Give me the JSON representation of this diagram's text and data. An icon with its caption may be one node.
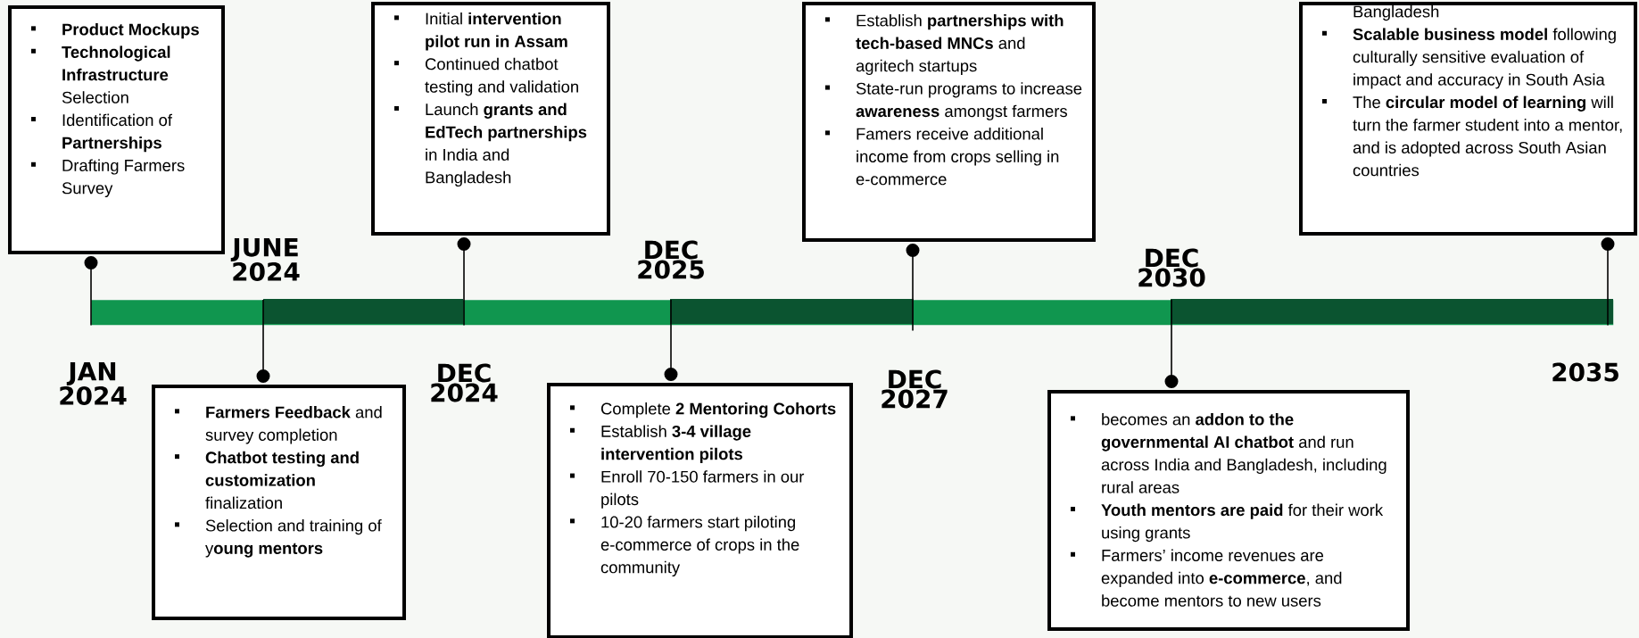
{
  "diagram": {
    "nodes": [
      {
        "text": [
          "**Product Mockups**",
          "**Technological Infrastructure** Selection",
          "Identification of **Partnerships**",
          "Drafting Farmers Survey"
        ]
      },
      {
        "text": [
          "**Farmers Feedback** and survey completion",
          "**Chatbot testing and customization** finalization",
          "Selection and training of y**oung mentors**"
        ]
      },
      {
        "text": [
          "Initial **intervention pilot run in Assam**",
          "Continued chatbot testing and validation",
          "Launch **grants and EdTech partnerships** in India and Bangladesh"
        ]
      },
      {
        "text": [
          "Complete **2 Mentoring Cohorts**",
          "Establish **3-4 village intervention pilots**",
          "Enroll 70-150 farmers in our pilots",
          "10-20 farmers start piloting e-commerce of crops in the community"
        ]
      },
      {
        "text": [
          "Establish **partnerships with tech-based MNCs** and agritech startups",
          "State-run programs to increase **awareness** amongst farmers",
          "Famers receive additional income from crops selling in e-commerce"
        ]
      },
      {
        "text": [
          "becomes an **addon to the governmental AI chatbot** and run across India and Bangladesh, including rural areas",
          "**Youth mentors are paid** for their work using grants",
          "Farmers’ income revenues are expanded into **e-commerce**, and become mentors to new users"
        ]
      },
      {
        "text": [
          "Bangladesh",
          "**Scalable business model** following culturally sensitive evaluation of impact and accuracy in South Asia",
          "The **circular model of learning** will turn the farmer student into a mentor, and is adopted across South Asian countries"
        ]
      },
      {
        "text": [],
        "shape": "bar"
      }
    ],
    "edges": [
      {
        "from": 0,
        "to": 7,
        "arrow": "other"
      },
      {
        "from": 1,
        "to": 7,
        "arrow": "other"
      },
      {
        "from": 2,
        "to": 7,
        "arrow": "other"
      },
      {
        "from": 3,
        "to": 7,
        "arrow": "other"
      },
      {
        "from": 4,
        "to": 7,
        "arrow": "other"
      },
      {
        "from": 5,
        "to": 7,
        "arrow": "other"
      },
      {
        "from": 6,
        "to": 7,
        "arrow": "other"
      }
    ],
    "labels": [
      "JUNE 2024",
      "DEC 2025",
      "DEC 2030",
      "JAN 2024",
      "DEC 2024",
      "DEC 2027",
      "2035"
    ]
  }
}
